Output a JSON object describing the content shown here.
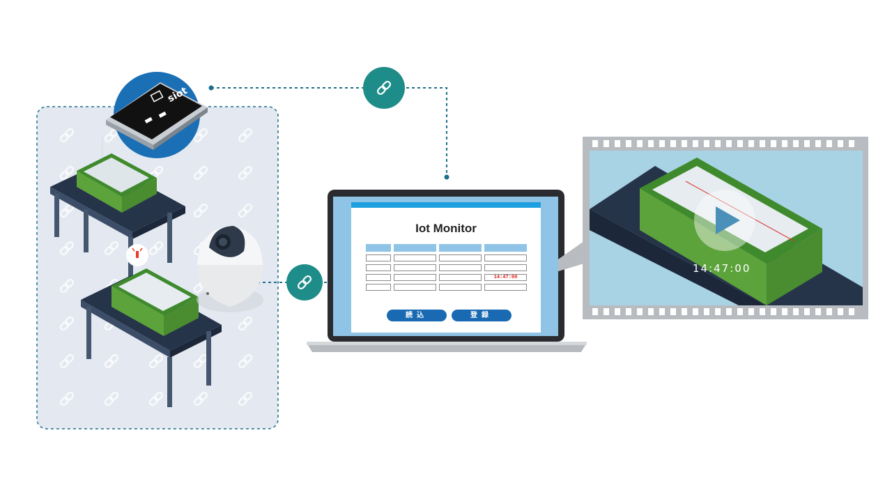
{
  "device": {
    "label": "siot"
  },
  "monitor": {
    "title": "Iot Monitor",
    "timestamp_cell": "14:47:00",
    "buttons": {
      "read": "読込",
      "register": "登録"
    }
  },
  "video": {
    "time": "14:47:00"
  },
  "colors": {
    "link_badge": "#1e8c88",
    "dashed_line": "#1b6f87",
    "badge_circle": "#1a6fb5",
    "area_bg": "#e4e9f1",
    "crate_green": "#5da33c",
    "screen_blue": "#8fc4e6",
    "button_blue": "#1a6ab3",
    "timestamp_red": "#dd2222"
  },
  "icons": [
    "link-icon",
    "play-icon",
    "camera-icon",
    "sensor-icon",
    "alert-icon"
  ]
}
